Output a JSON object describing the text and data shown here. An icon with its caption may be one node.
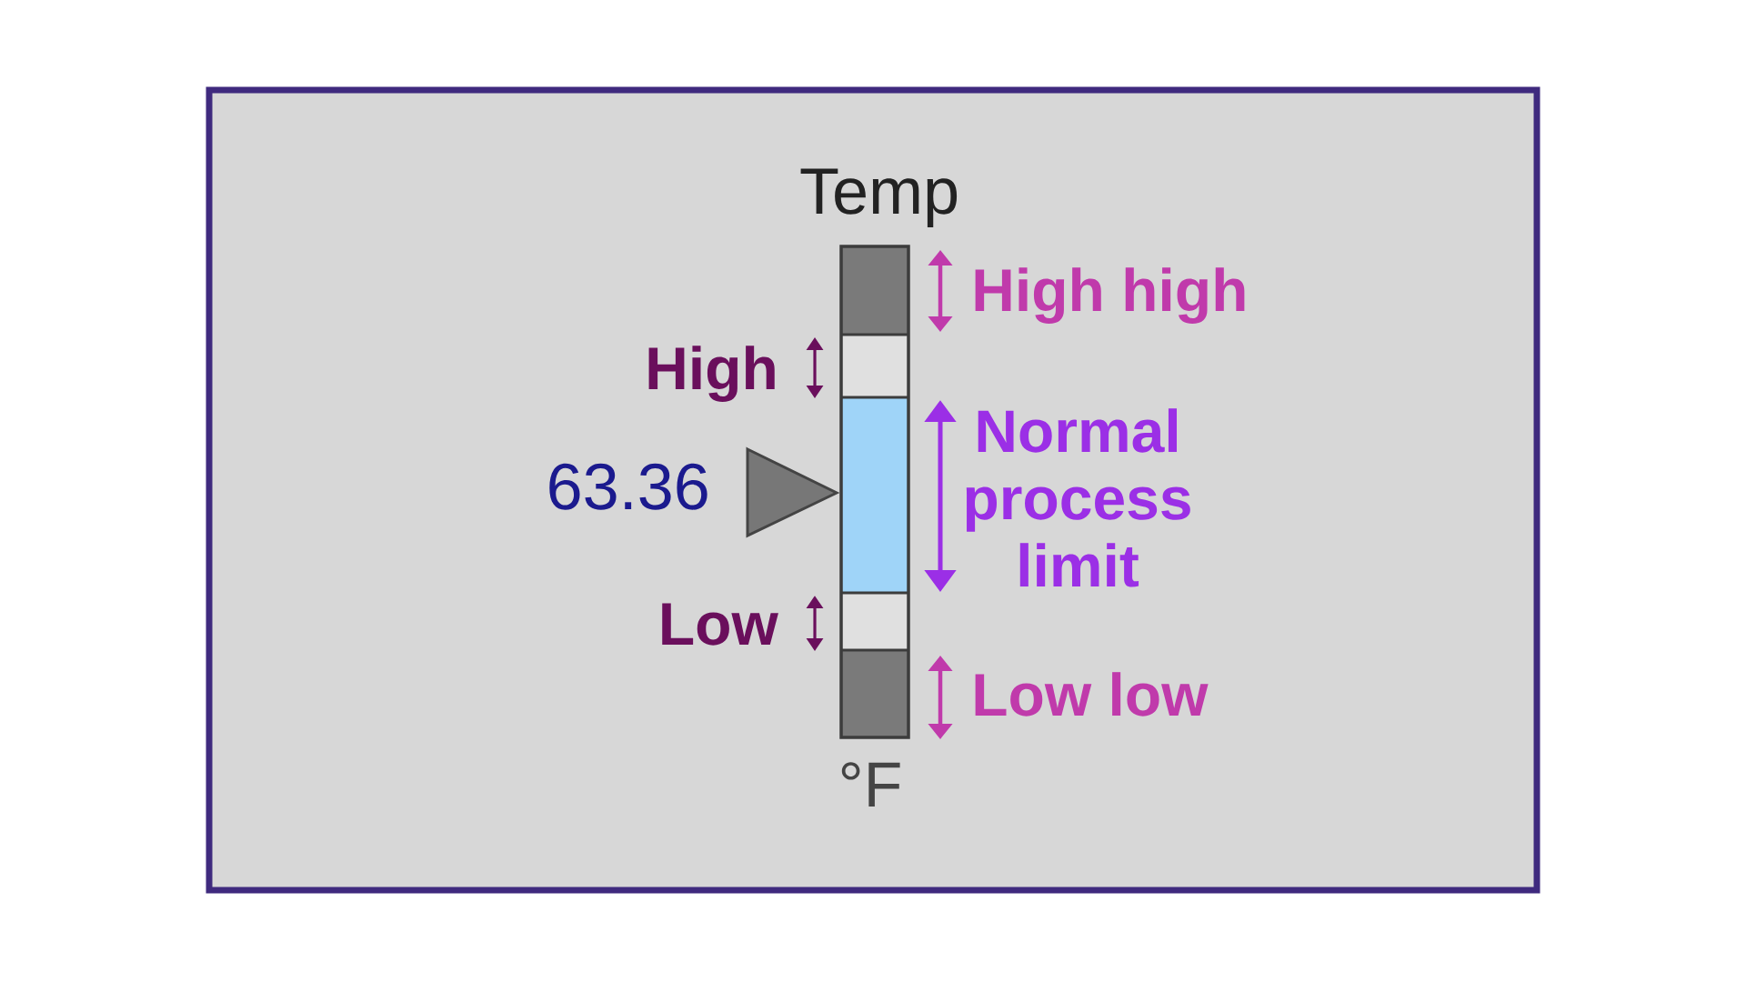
{
  "diagram": {
    "labels": [
      "Temp",
      "High high",
      "High",
      "Normal process limit",
      "63.36",
      "Low",
      "Low low",
      "°F"
    ]
  }
}
